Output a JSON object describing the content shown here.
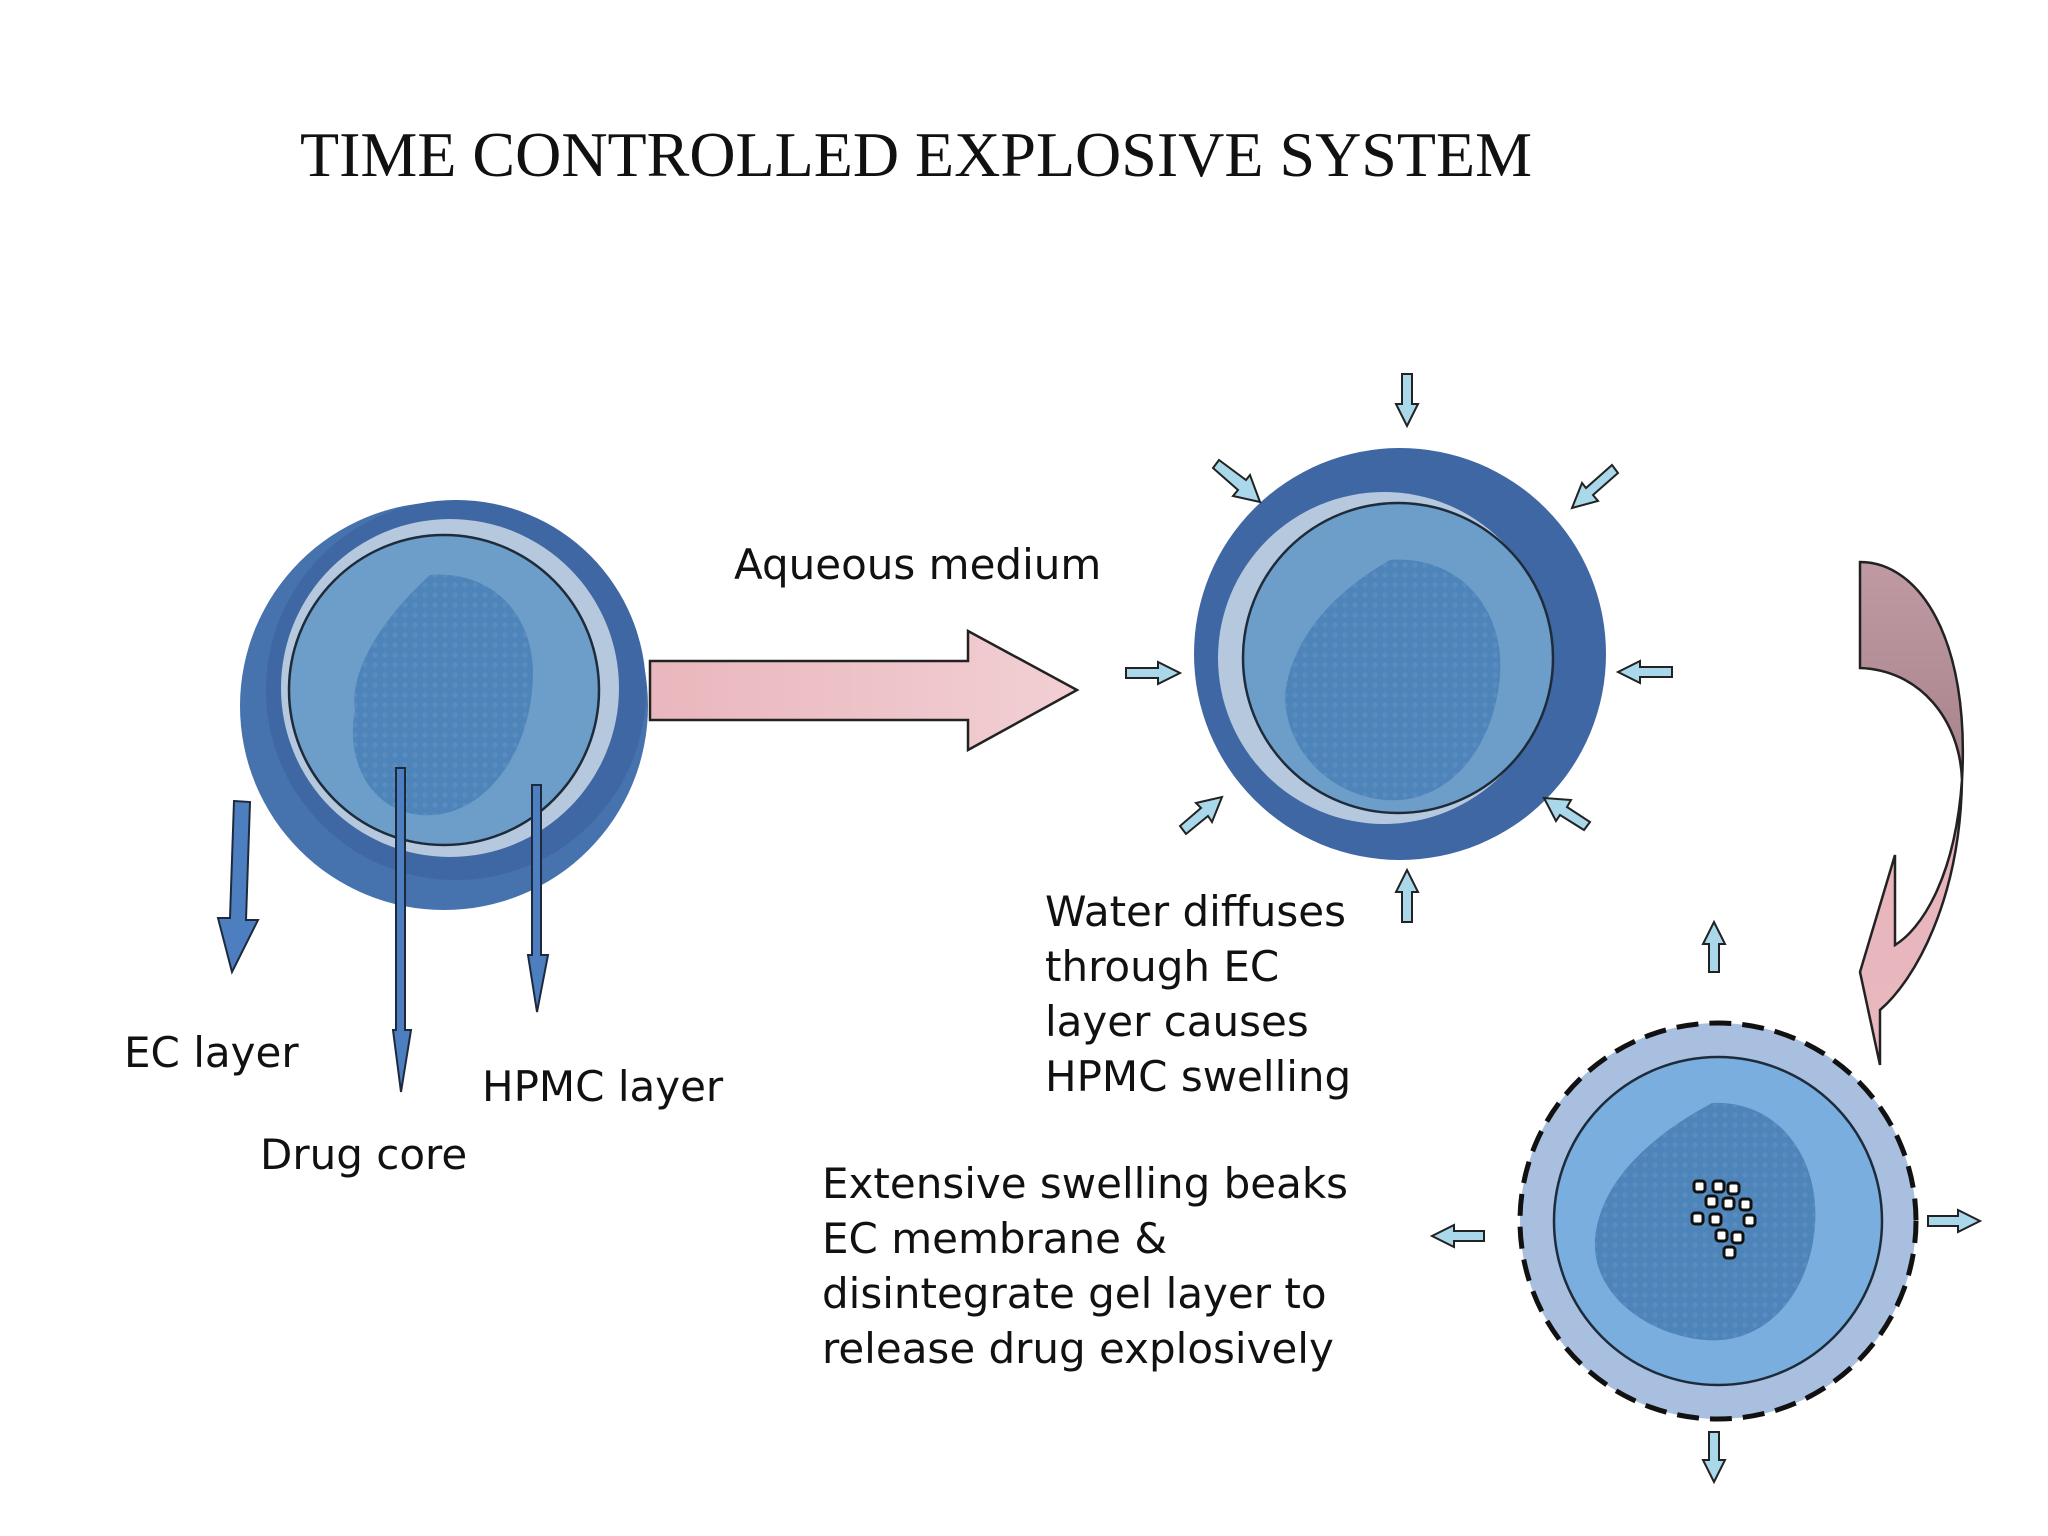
{
  "title": "TIME CONTROLLED EXPLOSIVE SYSTEM",
  "labels": {
    "ec_layer": "EC layer",
    "drug_core": "Drug core",
    "hpmc_layer": "HPMC layer",
    "aqueous_medium": "Aqueous medium",
    "water_diffuses": [
      "Water diffuses",
      "through EC",
      "layer causes",
      "HPMC swelling"
    ],
    "extensive_swelling": [
      "Extensive swelling beaks",
      "EC membrane &",
      "disintegrate gel layer to",
      "release drug explosively"
    ]
  },
  "colors": {
    "ec_layer": "#3f6fad",
    "hpmc_layer": "#b6c8dd",
    "inner": "#6c9ec9",
    "drug_core": "#4d84b9",
    "arrow_pink": "#eab9c0",
    "small_arrow": "#a9d8ea",
    "pointer_arrow": "#4d7fc0",
    "swollen_gel": "#a9bfe0",
    "swollen_inner": "#79aede"
  }
}
